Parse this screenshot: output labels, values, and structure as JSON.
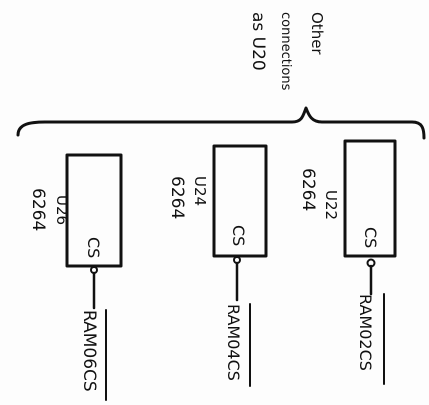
{
  "note": {
    "lines": [
      "Other",
      "connections",
      "as U20"
    ]
  },
  "chips": [
    {
      "ref": "U26",
      "part": "6264",
      "pin": "CS",
      "signal": "RAM06CS"
    },
    {
      "ref": "U24",
      "part": "6264",
      "pin": "CS",
      "signal": "RAM04CS"
    },
    {
      "ref": "U22",
      "part": "6264",
      "pin": "CS",
      "signal": "RAM02CS"
    }
  ],
  "colors": {
    "ink": "#111111",
    "paper": "#fdfdfd"
  }
}
